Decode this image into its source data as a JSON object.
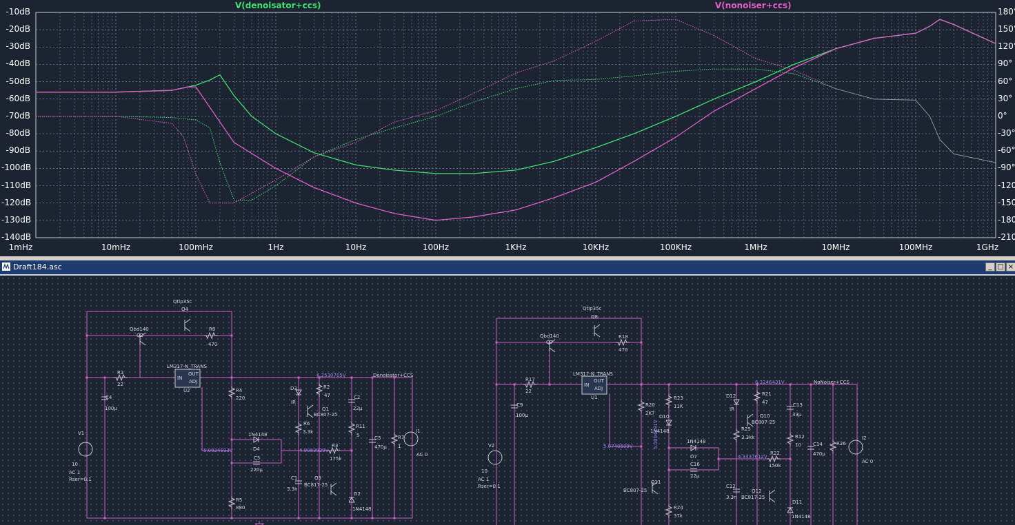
{
  "plot": {
    "trace1": "V(denoisator+ccs)",
    "trace2": "V(nonoiser+ccs)",
    "y_left_labels": [
      "-10dB",
      "-20dB",
      "-30dB",
      "-40dB",
      "-50dB",
      "-60dB",
      "-70dB",
      "-80dB",
      "-90dB",
      "-100dB",
      "-110dB",
      "-120dB",
      "-130dB",
      "-140dB"
    ],
    "y_right_labels": [
      "180°",
      "150°",
      "120°",
      "90°",
      "60°",
      "30°",
      "0°",
      "-30°",
      "-60°",
      "-90°",
      "-120°",
      "-150°",
      "-180°",
      "-210°"
    ],
    "x_labels": [
      "1mHz",
      "10mHz",
      "100mHz",
      "1Hz",
      "10Hz",
      "100Hz",
      "1KHz",
      "10KHz",
      "100KHz",
      "1MHz",
      "10MHz",
      "100MHz",
      "1GHz"
    ],
    "colors": {
      "trace1": "#40e070",
      "trace2": "#e060c8",
      "grid": "#8a9ab8",
      "text": "#ffffff"
    }
  },
  "chart_data": {
    "type": "line",
    "title": "",
    "xscale": "log",
    "xlim": [
      0.001,
      1000000000
    ],
    "ylim": [
      -140,
      -10
    ],
    "y2lim": [
      -210,
      180
    ],
    "xlabel": "",
    "ylabel": "",
    "grid": true,
    "legend": "top",
    "series": [
      {
        "name": "V(denoisator+ccs)",
        "kind": "magnitude",
        "unit": "dB",
        "color": "#40e070",
        "x": [
          0.001,
          0.01,
          0.05,
          0.1,
          0.15,
          0.2,
          0.3,
          0.5,
          1,
          3,
          10,
          30,
          100,
          300,
          1000,
          3000,
          10000,
          30000,
          100000,
          300000,
          1000000,
          3000000,
          10000000,
          30000000,
          100000000,
          150000000,
          200000000,
          300000000,
          1000000000
        ],
        "y": [
          -56,
          -56,
          -55,
          -52,
          -49,
          -46,
          -58,
          -70,
          -80,
          -91,
          -98,
          -101,
          -103,
          -103,
          -101,
          -96,
          -88,
          -80,
          -70,
          -60,
          -50,
          -40,
          -31,
          -25,
          -22,
          -18,
          -14,
          -17,
          -28
        ]
      },
      {
        "name": "V(denoisator+ccs)",
        "kind": "phase",
        "unit": "deg",
        "color": "#40e070",
        "x": [
          0.001,
          0.01,
          0.05,
          0.1,
          0.15,
          0.2,
          0.3,
          0.5,
          1,
          3,
          10,
          30,
          100,
          300,
          1000,
          3000,
          10000,
          30000,
          100000,
          300000,
          1000000,
          3000000,
          10000000,
          30000000,
          100000000,
          150000000,
          200000000,
          300000000,
          1000000000
        ],
        "y": [
          0,
          0,
          -2,
          -6,
          -20,
          -80,
          -145,
          -145,
          -120,
          -70,
          -40,
          -20,
          0,
          25,
          48,
          62,
          64,
          70,
          78,
          82,
          82,
          74,
          48,
          30,
          28,
          0,
          -40,
          -65,
          -80
        ]
      },
      {
        "name": "V(nonoiser+ccs)",
        "kind": "magnitude",
        "unit": "dB",
        "color": "#e060c8",
        "x": [
          0.001,
          0.01,
          0.05,
          0.08,
          0.1,
          0.3,
          1,
          3,
          10,
          30,
          100,
          300,
          1000,
          3000,
          10000,
          30000,
          100000,
          300000,
          1000000,
          3000000,
          10000000,
          30000000,
          100000000,
          150000000,
          200000000,
          300000000,
          1000000000
        ],
        "y": [
          -56,
          -56,
          -55,
          -53,
          -53,
          -85,
          -100,
          -111,
          -120,
          -126,
          -130,
          -128,
          -124,
          -117,
          -108,
          -96,
          -82,
          -67,
          -54,
          -42,
          -31,
          -25,
          -22,
          -18,
          -14,
          -17,
          -28
        ]
      },
      {
        "name": "V(nonoiser+ccs)",
        "kind": "phase",
        "unit": "deg",
        "color": "#e060c8",
        "x": [
          0.001,
          0.01,
          0.05,
          0.07,
          0.1,
          0.15,
          0.3,
          1,
          3,
          10,
          30,
          100,
          300,
          1000,
          3000,
          10000,
          30000,
          100000,
          300000,
          1000000,
          3000000,
          10000000,
          30000000,
          100000000,
          150000000,
          200000000,
          300000000,
          1000000000
        ],
        "y": [
          0,
          0,
          -12,
          -35,
          -100,
          -150,
          -150,
          -110,
          -70,
          -45,
          -10,
          10,
          40,
          75,
          96,
          130,
          165,
          168,
          140,
          100,
          80,
          48,
          30,
          28,
          0,
          -40,
          -65,
          -80
        ]
      }
    ]
  },
  "window": {
    "title": "Draft184.asc",
    "buttons": {
      "minimize": "_",
      "maximize": "□",
      "close": "×"
    }
  },
  "schematic": {
    "left": {
      "labels": {
        "q4_model": "Qtip35c",
        "q4": "Q4",
        "q2_model": "Qbd140",
        "q2": "Q2",
        "r8": "R8",
        "r8v": "470",
        "r1": "R1",
        "r1v": "22",
        "u_model": "LM317-N_TRANS",
        "u": "U2",
        "u_in": "IN",
        "u_out": "OUT",
        "u_adj": "ADJ",
        "c4": "C4",
        "c4v": "100µ",
        "r4": "R4",
        "r4v": "220",
        "d3": "D3",
        "d3v": "IR",
        "r2": "R2",
        "r2v": "47",
        "q1": "Q1",
        "q1_model": "BC807-25",
        "r6": "R6",
        "r6v": "3.3k",
        "c2": "C2",
        "c2v": "22µ",
        "r11": "R11",
        "r11v": "5",
        "net": "Denoisator+CCS",
        "d4_model": "1N4148",
        "d4": "D4",
        "c5": "C5",
        "c5v": "220µ",
        "r3": "R3",
        "r3v": "175k",
        "c3": "C3",
        "c3v": "470µ",
        "r7": "R7",
        "r7v": "1",
        "i1": "I1",
        "i1v": "AC 0",
        "v1": "V1",
        "v1v": "10",
        "v1ac": "AC 1",
        "v1r": "Rser=0.1",
        "c1": "C1",
        "c1v": "3.3n",
        "q3": "Q3",
        "q3_model": "BC817-25",
        "d2": "D2",
        "d2v": "1N4148",
        "r5": "R5",
        "r5v": "880"
      },
      "voltages": {
        "v_out": "6.2530705V",
        "v_adj": "5.0024533V",
        "v_mid": "4.9083929V"
      }
    },
    "right": {
      "labels": {
        "q8_model": "Qtip35c",
        "q8": "Q8",
        "q7_model": "Qbd140",
        "q7": "Q7",
        "r18": "R18",
        "r18v": "470",
        "r17": "R17",
        "r17v": "22",
        "u_model": "LM317-N_TRANS",
        "u": "U1",
        "u_in": "IN",
        "u_out": "OUT",
        "u_adj": "ADJ",
        "c9": "C9",
        "c9v": "100µ",
        "r20": "R20",
        "r20v": "2K7",
        "r23": "R23",
        "r23v": "11K",
        "d10": "D10",
        "d10v": "1N4148",
        "d12": "D12",
        "d12v": "IR",
        "r21": "R21",
        "r21v": "47",
        "q10": "Q10",
        "q10_model": "BC807-25",
        "r25": "R25",
        "r25v": "3.3kk",
        "c13": "C13",
        "c13v": "33µ",
        "r12": "R12",
        "r12v": "10",
        "net": "NoNoiser+CCS",
        "c14": "C14",
        "c14v": "470µ",
        "r26": "R26",
        "i2": "I2",
        "i2v": "AC 0",
        "v2": "V2",
        "v2v": "10",
        "v2ac": "AC 1",
        "v2r": "Rser=0.1",
        "d7_model": "1N4148",
        "d7": "D7",
        "c16": "C16",
        "c16v": "22µ",
        "r22": "R22",
        "r22v": "150k",
        "q11": "Q11",
        "q11_model": "BC807-25",
        "c12": "C12",
        "c12v": "3.3n",
        "q12": "Q12",
        "q12_model": "BC817-25",
        "d11": "D11",
        "d11v": "1N4148",
        "r24": "R24",
        "r24v": "37k"
      },
      "voltages": {
        "v_out": "6.3246431V",
        "v_adj": "5.0740609V",
        "v_mid": "4.3337612V",
        "v_q11": "5.0004391V"
      }
    }
  }
}
